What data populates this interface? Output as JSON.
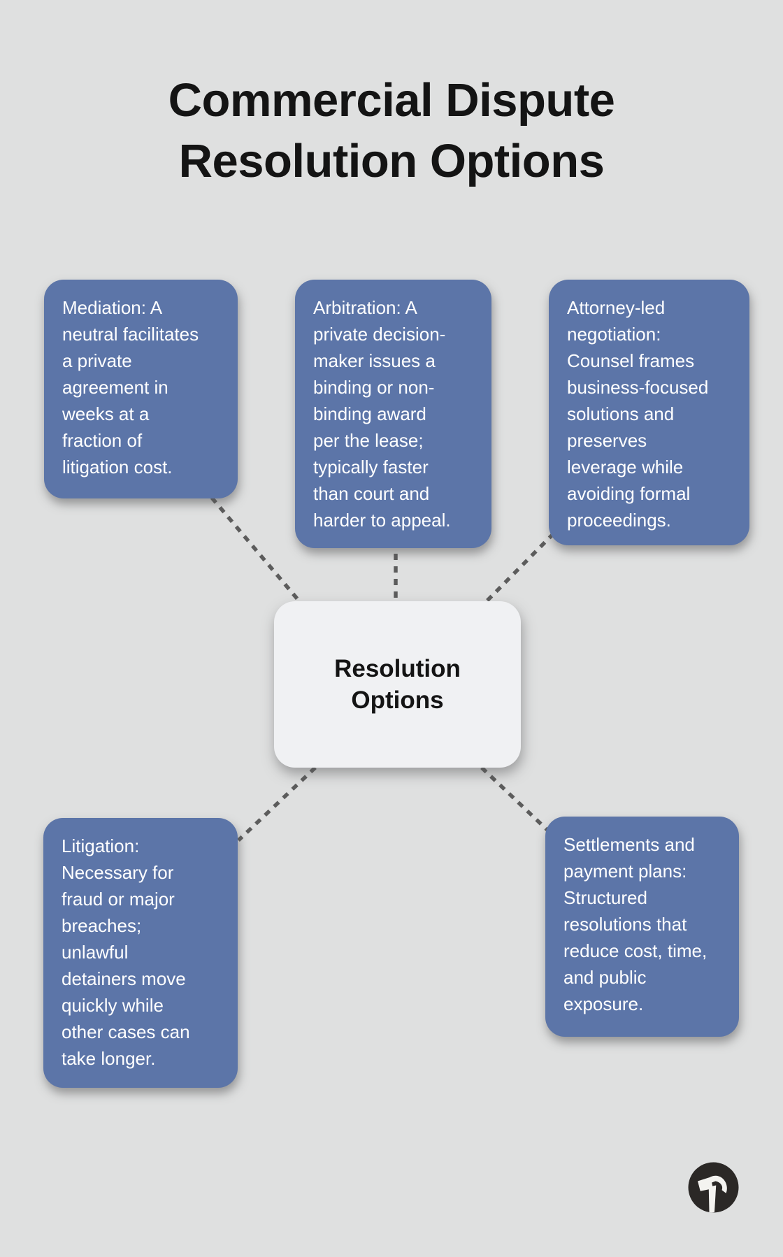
{
  "title": "Commercial Dispute\nResolution Options",
  "center": {
    "label": "Resolution\nOptions"
  },
  "nodes": [
    {
      "id": "mediation",
      "text": "Mediation: A\nneutral facilitates\na private\nagreement in\nweeks at a\nfraction of\nlitigation cost."
    },
    {
      "id": "arbitration",
      "text": "Arbitration: A\nprivate decision-\nmaker issues a\nbinding or non-\nbinding award\nper the lease;\ntypically faster\nthan court and\nharder to appeal."
    },
    {
      "id": "attorney-led-negotiation",
      "text": "Attorney-led\nnegotiation:\nCounsel frames\nbusiness-focused\nsolutions and\npreserves\nleverage while\navoiding formal\nproceedings."
    },
    {
      "id": "litigation",
      "text": "Litigation:\nNecessary for\nfraud or major\nbreaches;\nunlawful\ndetainers move\nquickly while\nother cases can\ntake longer."
    },
    {
      "id": "settlements-payment-plans",
      "text": "Settlements and\npayment plans:\nStructured\nresolutions that\nreduce cost, time,\nand public\nexposure."
    }
  ],
  "logo": {
    "icon": "hammer-in-circle"
  },
  "colors": {
    "background": "#dfe0e0",
    "node_fill": "#5c75a8",
    "node_text": "#ffffff",
    "center_fill": "#f0f1f3",
    "connector": "#5c5c5c",
    "title_text": "#141414",
    "logo_circle": "#2b2826",
    "logo_glyph": "#f4f3f0"
  }
}
